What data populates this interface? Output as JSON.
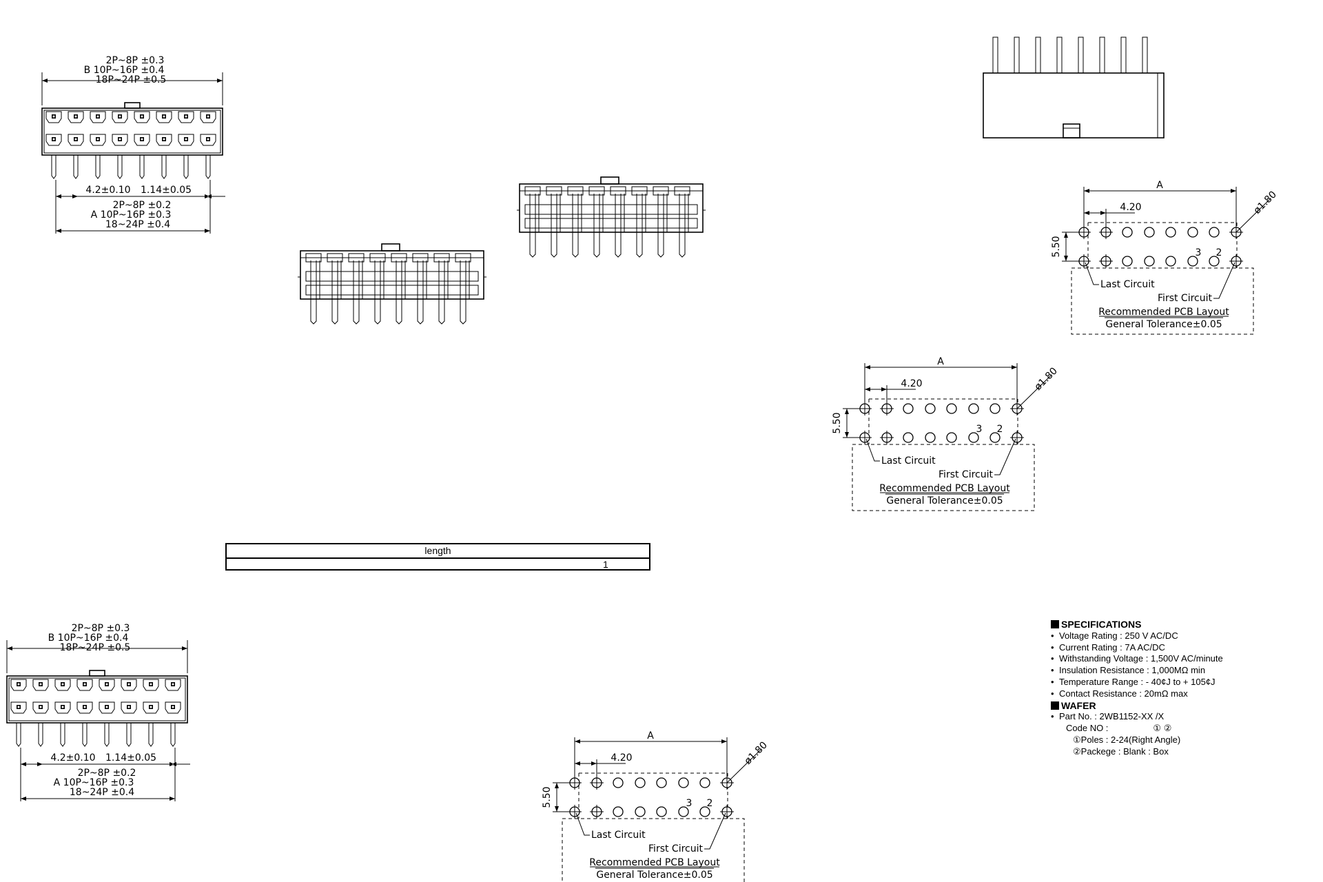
{
  "conn_top": {
    "tol_b": [
      "2P~8P  ±0.3",
      "B  10P~16P  ±0.4",
      "18P~24P  ±0.5"
    ],
    "pitch": "4.2±0.10",
    "pin_w": "1.14±0.05",
    "tol_a": [
      "2P~8P  ±0.2",
      "A  10P~16P  ±0.3",
      "18~24P  ±0.4"
    ]
  },
  "conn_bottom": {
    "tol_b": [
      "2P~8P  ±0.3",
      "B  10P~16P  ±0.4",
      "18P~24P  ±0.5"
    ],
    "pitch": "4.2±0.10",
    "pin_w": "1.14±0.05",
    "tol_a": [
      "2P~8P  ±0.2",
      "A  10P~16P  ±0.3",
      "18~24P  ±0.4"
    ]
  },
  "pcb_layout": {
    "dim_a": "A",
    "pitch": "4.20",
    "row_gap": "5.50",
    "hole_dia": "ø1.80",
    "pin3": "3",
    "pin2": "2",
    "last_circuit": "Last Circuit",
    "first_circuit": "First Circuit",
    "title": "Recommended PCB Layout",
    "tolerance": "General Tolerance±0.05"
  },
  "length_table": {
    "header": "length",
    "value": "1"
  },
  "specs": {
    "heading": "SPECIFICATIONS",
    "items": [
      "Voltage Rating : 250 V AC/DC",
      "Current Rating : 7A AC/DC",
      "Withstanding Voltage : 1,500V AC/minute",
      "Insulation Resistance : 1,000MΩ  min",
      "Temperature Range : - 40¢J to + 105¢J",
      "Contact Resistance : 20mΩ  max"
    ],
    "wafer_heading": "WAFER",
    "part_no": "Part No. : 2WB1152-XX /X",
    "code_no": "Code NO :                  ① ②",
    "poles": "①Poles : 2-24(Right Angle)",
    "package": "②Packege : Blank : Box"
  }
}
